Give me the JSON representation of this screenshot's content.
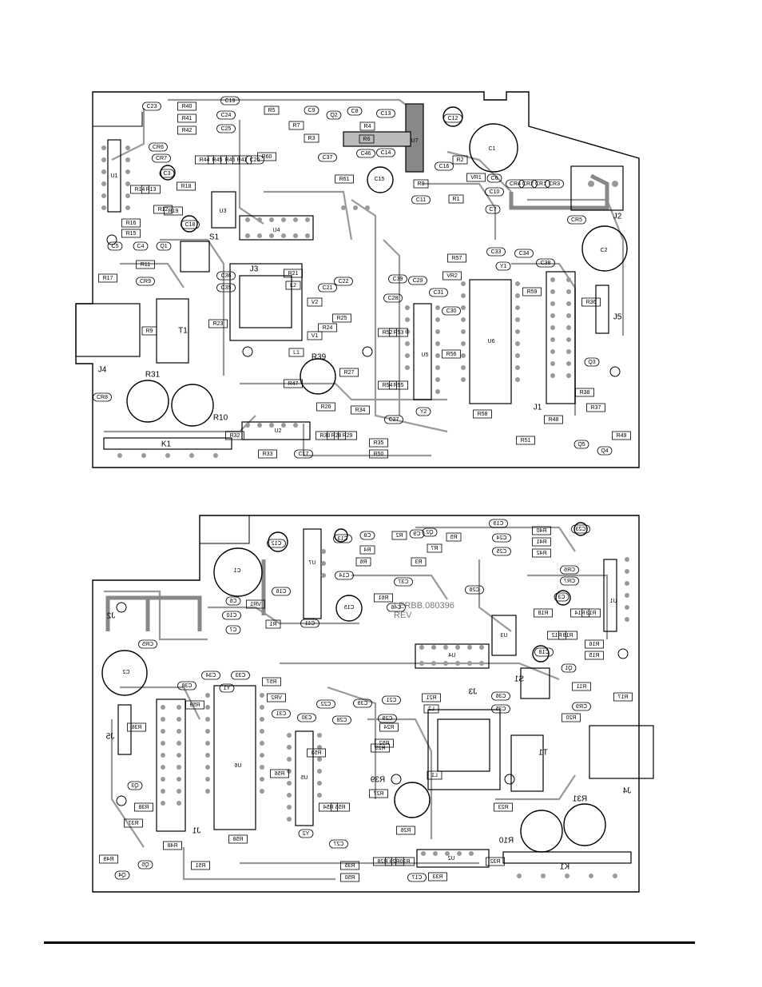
{
  "top_board": {
    "labels": [
      "C23",
      "R40",
      "R41",
      "R42",
      "C19",
      "C24",
      "C25",
      "R5",
      "R7",
      "C9",
      "Q2",
      "C8",
      "R3",
      "R4",
      "R6",
      "C13",
      "C12",
      "U7",
      "C1",
      "CR6",
      "CR7",
      "C3",
      "R44",
      "R45",
      "R46",
      "R43",
      "C26",
      "R60",
      "C37",
      "C46",
      "C14",
      "C15",
      "R61",
      "R8",
      "C16",
      "R2",
      "VR1",
      "C6",
      "C10",
      "CR4",
      "CR2",
      "CR1",
      "CR3",
      "U1",
      "R14",
      "R13",
      "R12",
      "R19",
      "R18",
      "U3",
      "C18",
      "U4",
      "R1",
      "C11",
      "C7",
      "R16",
      "R15",
      "C5",
      "C4",
      "Q1",
      "S1",
      "R11",
      "R17",
      "CR9",
      "C36",
      "C35",
      "J3",
      "R21",
      "L2",
      "C22",
      "C21",
      "R57",
      "Y1",
      "C33",
      "C34",
      "C38",
      "R9",
      "T1",
      "R23",
      "R24",
      "R25",
      "V1",
      "V2",
      "L1",
      "R39",
      "R27",
      "R47",
      "C39",
      "C28",
      "C29",
      "VR2",
      "C31",
      "C30",
      "R52",
      "R53",
      "U5",
      "U6",
      "R56",
      "R59",
      "R54",
      "R55",
      "R36",
      "J5",
      "J2",
      "C2",
      "R31",
      "R10",
      "J4",
      "K1",
      "R26",
      "R28",
      "R29",
      "R30",
      "R32",
      "R33",
      "C17",
      "R34",
      "C27",
      "Y2",
      "R58",
      "R35",
      "R50",
      "R51",
      "R48",
      "Q3",
      "Q4",
      "Q5",
      "R37",
      "R38",
      "R49",
      "J1",
      "CR8",
      "CR5",
      "U2"
    ]
  },
  "bottom_board": {
    "revision_line1": "LERBB.080396",
    "revision_line2": "REV",
    "labels": [
      "C12",
      "C1",
      "U7",
      "C15",
      "C11",
      "R1",
      "J2",
      "C2",
      "J5",
      "U6",
      "U5",
      "J1",
      "R58",
      "R51",
      "R48",
      "Q5",
      "Q4",
      "R49",
      "R35",
      "R50",
      "R33",
      "R39",
      "R31",
      "R10",
      "J4",
      "K1",
      "T1",
      "J3",
      "U3",
      "U4",
      "S1",
      "C18",
      "C3",
      "R11",
      "R17",
      "R16",
      "R15",
      "R14",
      "R13",
      "R12",
      "R19",
      "R18",
      "R40",
      "R41",
      "R42",
      "R4",
      "R5",
      "R7",
      "R6",
      "R3",
      "R2",
      "CR5",
      "CR6",
      "CR7",
      "CR9",
      "R20",
      "R21",
      "R23",
      "R24",
      "R25",
      "R26",
      "R27",
      "R28",
      "R29",
      "R30",
      "R32",
      "R36",
      "R37",
      "R38",
      "R52",
      "R53",
      "R54",
      "R55",
      "R56",
      "R57",
      "R59",
      "R61",
      "VR1",
      "VR2",
      "Y1",
      "Y2",
      "L1",
      "L2",
      "U2",
      "U1",
      "C6",
      "C7",
      "C8",
      "C9",
      "C10",
      "C13",
      "C14",
      "C16",
      "C17",
      "C19",
      "C21",
      "C22",
      "C23",
      "C24",
      "C25",
      "C26",
      "C27",
      "C28",
      "C29",
      "C30",
      "C31",
      "C33",
      "C34",
      "C35",
      "C36",
      "C37",
      "C38",
      "C39",
      "C46",
      "Q1",
      "Q2",
      "Q3"
    ]
  }
}
